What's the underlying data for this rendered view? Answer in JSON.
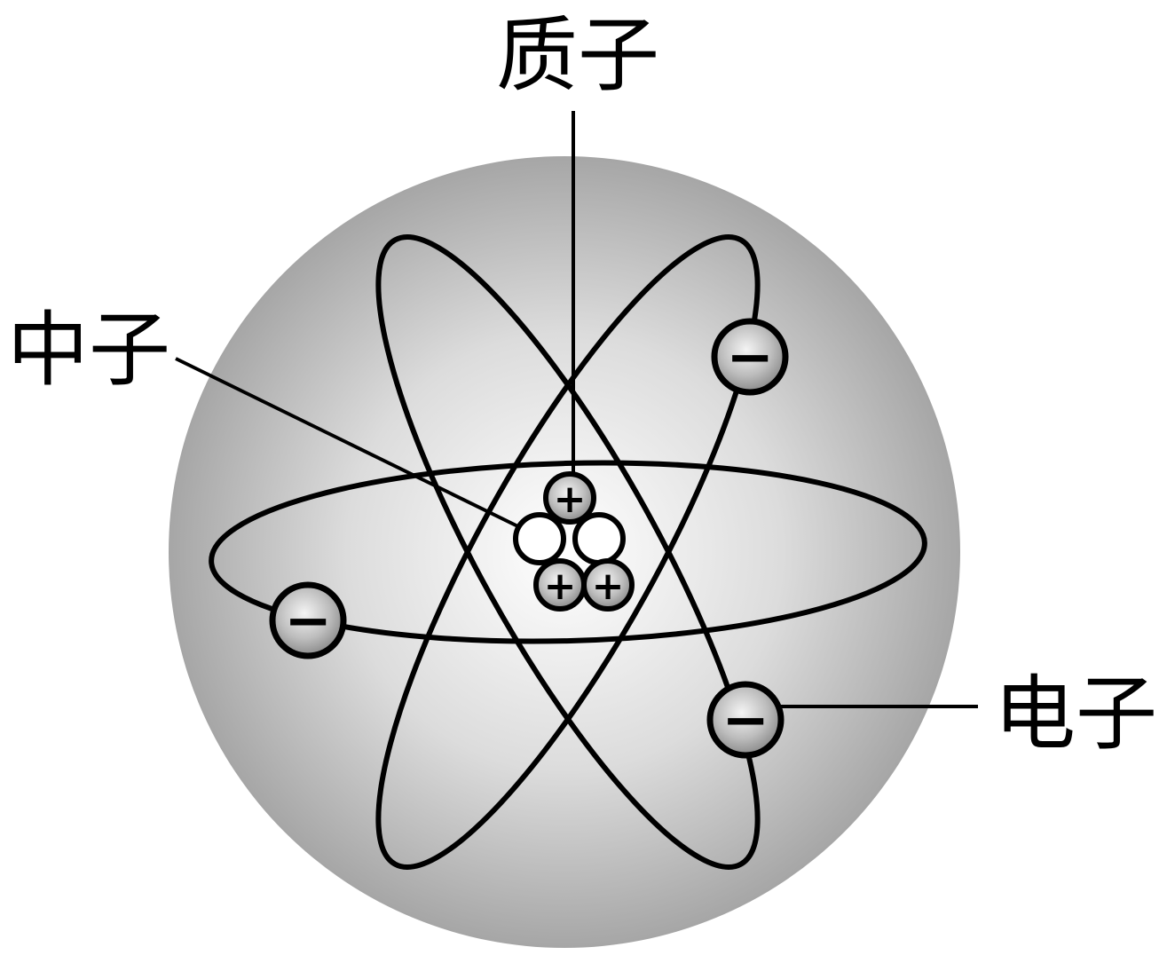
{
  "diagram": {
    "labels": {
      "proton": "质子",
      "neutron": "中子",
      "electron": "电子"
    },
    "signs": {
      "positive": "+",
      "negative": "−"
    },
    "colors": {
      "sphere_center": "#ffffff",
      "sphere_edge": "#a9a9a9",
      "stroke": "#000000",
      "particle_light": "#f2f2f2",
      "particle_dark": "#8c8c8c",
      "neutron_fill": "#ffffff"
    }
  }
}
